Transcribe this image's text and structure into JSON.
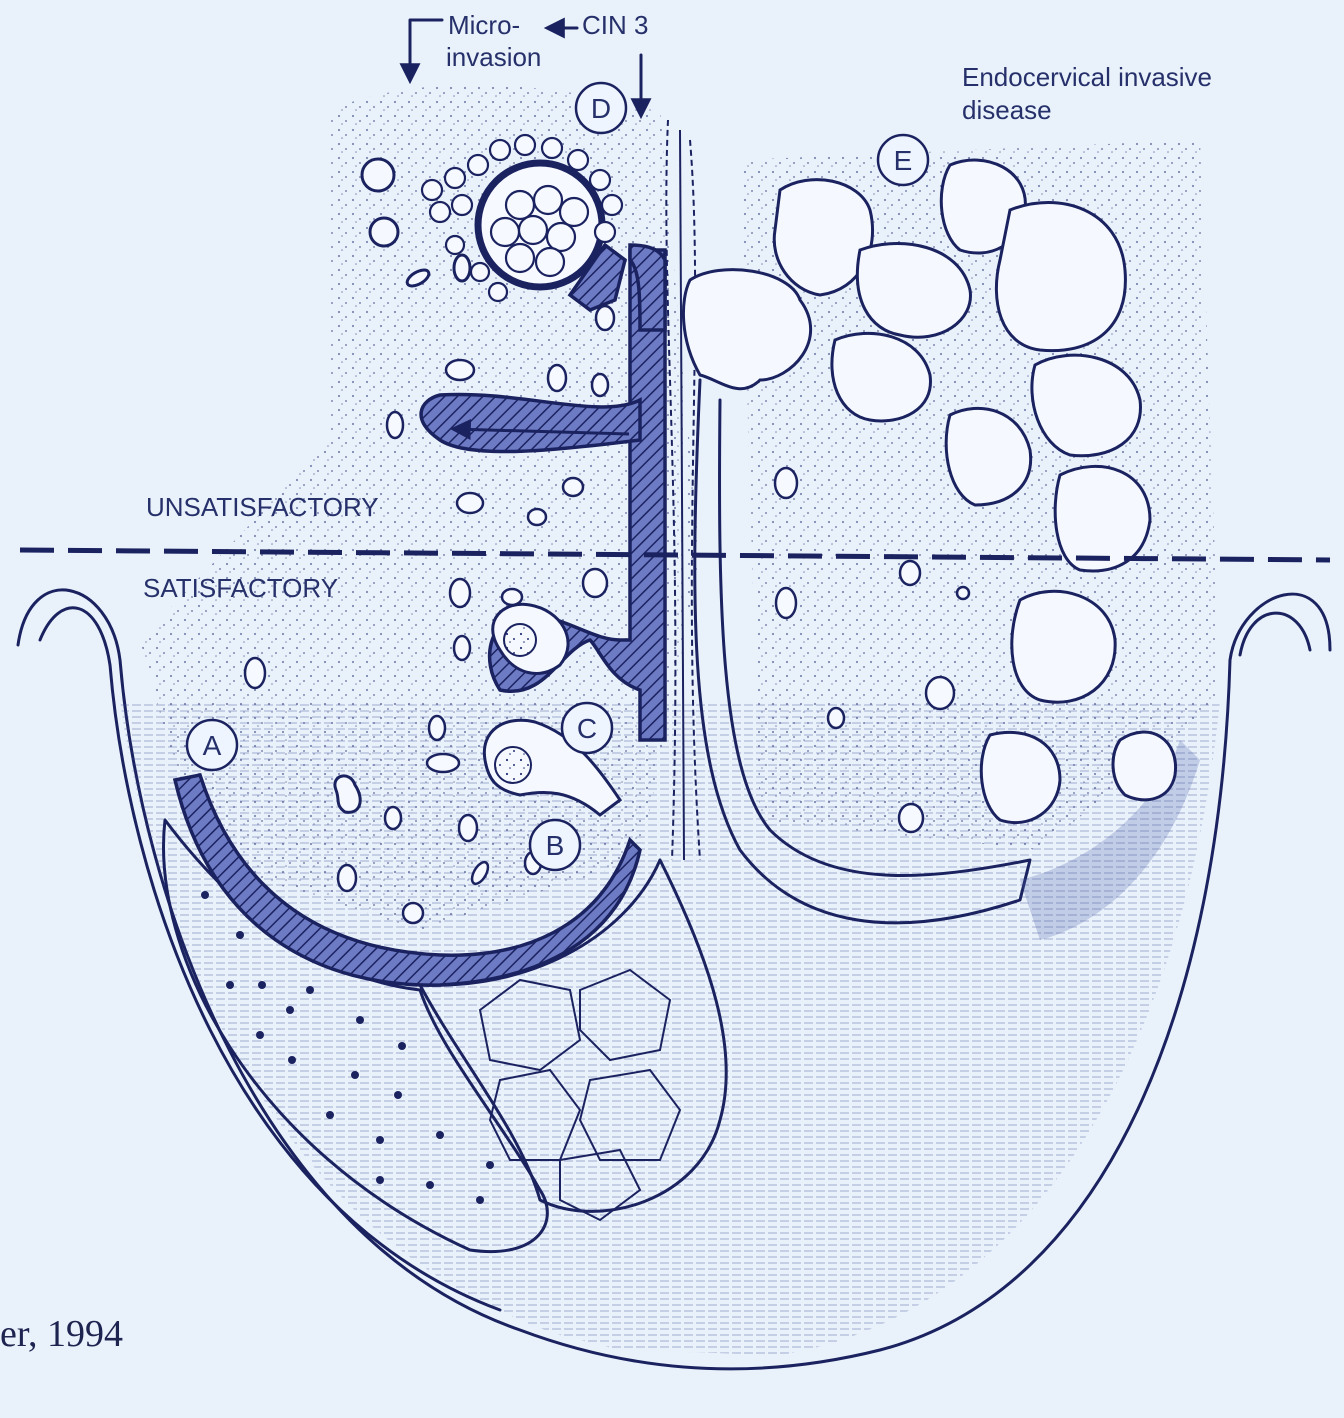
{
  "labels": {
    "micro_invasion_line1": "Micro-",
    "micro_invasion_line2": "invasion",
    "cin3": "CIN 3",
    "endocervical_line1": "Endocervical invasive",
    "endocervical_line2": "disease",
    "unsatisfactory": "UNSATISFACTORY",
    "satisfactory": "SATISFACTORY",
    "citation": "er, 1994"
  },
  "markers": {
    "a": "A",
    "b": "B",
    "c": "C",
    "d": "D",
    "e": "E"
  },
  "colors": {
    "background": "#e9f2fb",
    "ink": "#1b2260",
    "shade": "#4a5aa8",
    "label": "#26306a"
  }
}
